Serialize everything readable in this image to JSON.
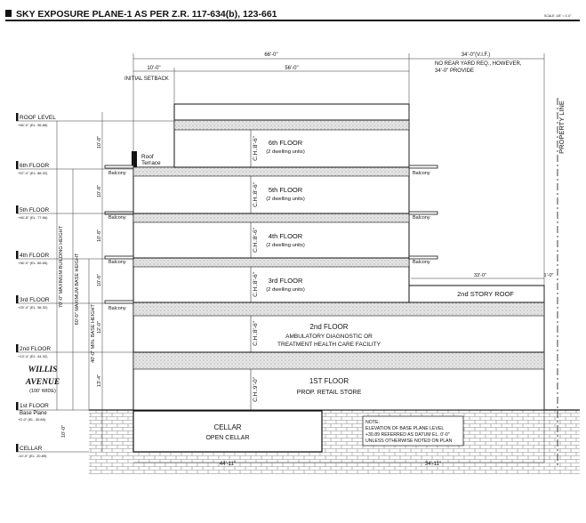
{
  "title": "SKY EXPOSURE PLANE-1 AS PER Z.R. 117-634(b), 123-661",
  "scale": "SCALE: 1/8\" = 1'-0\"",
  "dims": {
    "total_width": "66'-0\"",
    "setback": "10'-0\"",
    "main_width": "56'-0\"",
    "setback_label": "INITIAL SETBACK",
    "rear_yard": "34'-0\"(V.I.F.)",
    "rear_note_1": "NO REAR YARD REQ., HOWEVER,",
    "rear_note_2": "34'-0\" PROVIDE",
    "rear_roof_width": "33'-0\"",
    "small_dim": "1'-0\"",
    "bottom_left": "44'-11\"",
    "bottom_right": "34'-11\""
  },
  "property_line": "PROPERTY LINE",
  "levels": [
    {
      "name": "ROOF LEVEL",
      "el": "+66'-0\" (EL. 96.88)"
    },
    {
      "name": "6th FLOOR",
      "el": "+57'-4\" (EL. 88.32)"
    },
    {
      "name": "5th FLOOR",
      "el": "+46'-8\" (EL. 77.66)"
    },
    {
      "name": "4th FLOOR",
      "el": "+36'-0\" (EL. 66.66)"
    },
    {
      "name": "3rd FLOOR",
      "el": "+25'-4\" (EL. 56.32)"
    },
    {
      "name": "2nd FLOOR",
      "el": "+13'-4\" (EL. 44.32)"
    },
    {
      "name": "1st FLOOR",
      "el": ""
    },
    {
      "name": "Base Plane",
      "el": "+0'-0\" (EL. 30.89)"
    },
    {
      "name": "CELLAR",
      "el": "-10'-0\" (EL. 20.89)"
    }
  ],
  "heights": {
    "roof_6": "10'-8\"",
    "six_5": "10'-8\"",
    "five_4": "10'-8\"",
    "four_3": "10'-8\"",
    "three_2": "12'-0\"",
    "two_1": "13'-4\"",
    "cellar": "10'-0\"",
    "max_building": "70'-0\" MAXIMUM BUILDING HEIGHT",
    "max_base": "60'-0\" MAXIMUM BASE HEIGHT",
    "min_base": "40'-0\" MIN. BASE HEIGHT"
  },
  "street": {
    "name_1": "WILLIS",
    "name_2": "AVENUE",
    "width": "(100' WIDE)"
  },
  "floors": [
    {
      "title": "6th FLOOR",
      "sub": "(2 dwelling units)",
      "ch": "C.H.:8'-6\""
    },
    {
      "title": "5th FLOOR",
      "sub": "(2 dwelling units)",
      "ch": "C.H.:8'-6\""
    },
    {
      "title": "4th FLOOR",
      "sub": "(2 dwelling units)",
      "ch": "C.H.:8'-6\""
    },
    {
      "title": "3rd FLOOR",
      "sub": "(2 dwelling units)",
      "ch": "C.H.:8'-6\""
    },
    {
      "title": "2nd FLOOR",
      "sub": "AMBULATORY DIAGNOSTIC OR",
      "sub2": "TREATMENT HEALTH CARE FACILITY",
      "ch": "C.H.:8'-6\""
    },
    {
      "title": "1ST FLOOR",
      "sub": "PROP. RETAIL STORE",
      "ch": "C.H.:9'-0\""
    }
  ],
  "roof_terrace_1": "Roof",
  "roof_terrace_2": "Terrace",
  "balcony": "Balcony",
  "second_story_roof": "2nd STORY ROOF",
  "cellar": {
    "title": "CELLAR",
    "sub": "OPEN CELLAR"
  },
  "note": {
    "l1": "NOTE:",
    "l2": "ELEVATION OF BASE PLANE LEVEL",
    "l3": "+30.89 REFERRED AS DATUM EL. 0'-0\"",
    "l4": "UNLESS OTHERWISE NOTED ON PLAN"
  }
}
